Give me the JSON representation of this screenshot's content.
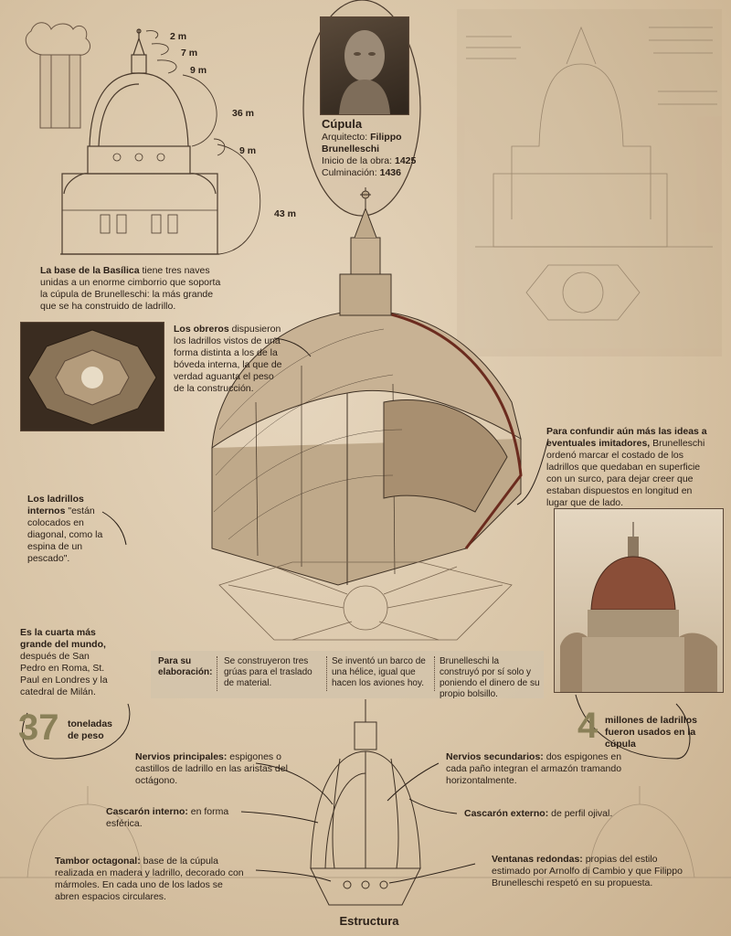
{
  "dimensions": {
    "d1": "2 m",
    "d2": "7 m",
    "d3": "9 m",
    "d4": "36 m",
    "d5": "9 m",
    "d6": "43 m"
  },
  "cupula": {
    "title": "Cúpula",
    "arch_label": "Arquitecto:",
    "arch_name": "Filippo Brunelleschi",
    "start_label": "Inicio de la obra:",
    "start_value": "1425",
    "end_label": "Culminación:",
    "end_value": "1436"
  },
  "notes": {
    "basilica_bold": "La base de la Basílica",
    "basilica_rest": "tiene tres naves unidas a un enorme cimborrio que soporta la cúpula de Brunelleschi: la más grande que se ha construido de ladrillo.",
    "obreros_bold": "Los obreros",
    "obreros_rest": "dispusieron los ladrillos vistos de una forma distinta a los de la bóveda interna, la que de verdad aguanta el peso de la construcción.",
    "confundir_bold": "Para confundir aún más las ideas a eventuales imitadores,",
    "confundir_rest": "Brunelleschi ordenó marcar el costado de los ladrillos que quedaban en superficie con un surco, para dejar creer que estaban dispuestos en longitud en lugar que de lado.",
    "ladrillos_bold": "Los ladrillos internos",
    "ladrillos_rest": "\"están colocados en diagonal, como la espina de un pescado\".",
    "cuarta_bold": "Es la cuarta más grande del mundo,",
    "cuarta_rest": "después de San Pedro en Roma, St. Paul en Londres y la catedral de Milán."
  },
  "elaboracion": {
    "label": "Para su elaboración:",
    "col1": "Se construyeron tres grúas para el traslado de material.",
    "col2": "Se inventó un barco de una hélice, igual que hacen los aviones hoy.",
    "col3": "Brunelleschi la construyó por sí solo y poniendo el dinero de su propio bolsillo."
  },
  "stats": {
    "weight_value": "37",
    "weight_label": "toneladas de peso",
    "bricks_value": "4",
    "bricks_label": "millones de ladrillos fueron usados en la cúpula"
  },
  "structure": {
    "principales_bold": "Nervios principales:",
    "principales_rest": "espigones o castillos de ladrillo en las aristas del octágono.",
    "secundarios_bold": "Nervios secundarios:",
    "secundarios_rest": "dos espigones en cada paño integran el armazón tramando horizontalmente.",
    "interno_bold": "Cascarón interno:",
    "interno_rest": "en forma esférica.",
    "externo_bold": "Cascarón externo:",
    "externo_rest": "de perfil ojival.",
    "tambor_bold": "Tambor octagonal:",
    "tambor_rest": "base de la cúpula realizada en madera y ladrillo, decorado con mármoles. En cada uno de los lados se abren espacios circulares.",
    "ventanas_bold": "Ventanas redondas:",
    "ventanas_rest": "propias del estilo estimado por Arnolfo di Cambio y que Filippo Brunelleschi respetó en su propuesta.",
    "footer_title": "Estructura"
  }
}
